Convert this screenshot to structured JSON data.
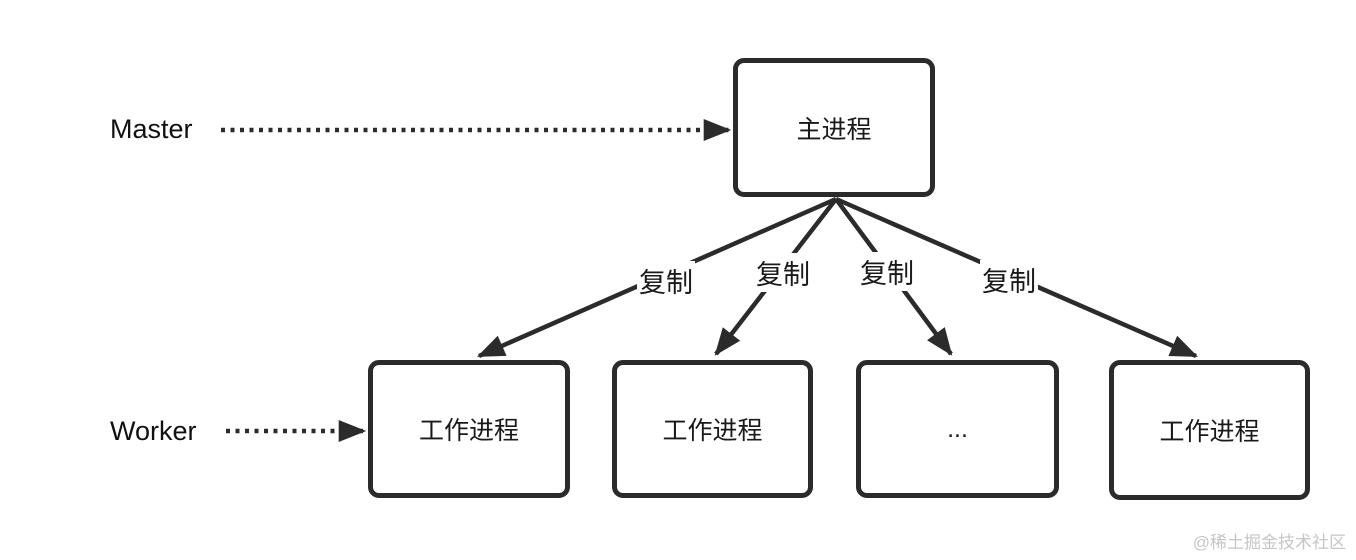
{
  "diagram": {
    "background_color": "#ffffff",
    "stroke_color": "#2b2b2b",
    "text_color": "#1a1a1a",
    "watermark_color": "#c6c6c6",
    "row_labels": {
      "master": "Master",
      "worker": "Worker"
    },
    "nodes": {
      "master": {
        "label": "主进程"
      },
      "workers": [
        {
          "label": "工作进程"
        },
        {
          "label": "工作进程"
        },
        {
          "label": "..."
        },
        {
          "label": "工作进程"
        }
      ]
    },
    "edges": [
      {
        "label": "复制"
      },
      {
        "label": "复制"
      },
      {
        "label": "复制"
      },
      {
        "label": "复制"
      }
    ],
    "watermark": "@稀土掘金技术社区"
  }
}
